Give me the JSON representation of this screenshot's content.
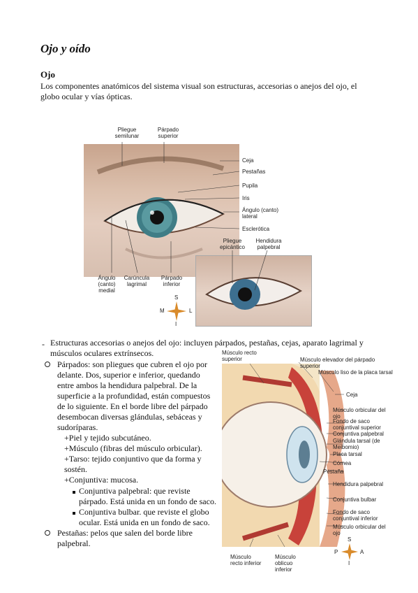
{
  "page": {
    "title": "Ojo y oído",
    "section": "Ojo",
    "intro": "Los componentes anatómicos del sistema visual son estructuras, accesorias o anejos del ojo, el globo ocular y vías ópticas."
  },
  "figure1": {
    "labels": {
      "pliegue_semilunar": "Pliegue semilunar",
      "parpado_superior": "Párpado superior",
      "ceja": "Ceja",
      "pestanas": "Pestañas",
      "pupila": "Pupila",
      "iris": "Iris",
      "angulo_lateral": "Ángulo (canto) lateral",
      "esclerotica": "Esclerótica",
      "pliegue_epicantico": "Pliegue epicántico",
      "hendidura_palpebral": "Hendidura palpebral",
      "angulo_medial": "Ángulo (canto) medial",
      "caruncula": "Carúncula lagrimal",
      "parpado_inferior": "Párpado inferior"
    },
    "compass": {
      "n": "S",
      "s": "I",
      "w": "M",
      "e": "L"
    }
  },
  "content": {
    "dash": "-",
    "accesorias": "Estructuras accesorias o anejos del ojo: incluyen párpados, pestañas, cejas, aparato lagrimal y músculos oculares extrínsecos.",
    "parpados_lines": [
      "Párpados: son pliegues que cubren el ojo por",
      "delante. Dos, superior e inferior, quedando",
      "entre ambos la hendidura palpebral. De la",
      "superficie a la profundidad, están compuestos",
      "de lo siguiente. En el borde libre del párpado",
      "desembocan diversas glándulas, sebáceas y",
      "sudoríparas."
    ],
    "capas": [
      "+Piel y tejido subcutáneo.",
      "+Músculo (fibras del músculo orbicular).",
      "+Tarso: tejido conjuntivo que da forma y",
      "sostén.",
      "+Conjuntiva: mucosa."
    ],
    "conj_palpebral": [
      "Conjuntiva palpebral: que reviste",
      "párpado. Está unida en un fondo de saco."
    ],
    "conj_bulbar": [
      "Conjuntiva bulbar. que reviste el globo",
      "ocular. Está unida en un fondo de saco."
    ],
    "pestanas": [
      "Pestañas: pelos que salen del borde libre",
      "palpebral."
    ]
  },
  "figure2": {
    "labels": {
      "recto_superior": "Músculo recto superior",
      "elevador": "Músculo elevador del párpado superior",
      "liso": "Músculo liso de la placa tarsal",
      "ceja": "Ceja",
      "orbicular1": "Músculo orbicular del ojo",
      "fondo_sup": "Fondo de saco conjuntival superior",
      "conj_palp": "Conjuntiva palpebral",
      "gland_tarsal": "Glándula tarsal (de Meibomio)",
      "placa_tarsal": "Placa tarsal",
      "cornea": "Córnea",
      "pestana": "Pestaña",
      "hendidura": "Hendidura palpebral",
      "conj_bulbar": "Conjuntiva bulbar",
      "fondo_inf": "Fondo de saco conjuntival inferior",
      "orbicular2": "Músculo orbicular del ojo",
      "recto_inferior": "Músculo recto inferior",
      "obliquo_inferior": "Músculo oblicuo inferior"
    },
    "compass": {
      "n": "S",
      "s": "I",
      "w": "P",
      "e": "A"
    }
  }
}
